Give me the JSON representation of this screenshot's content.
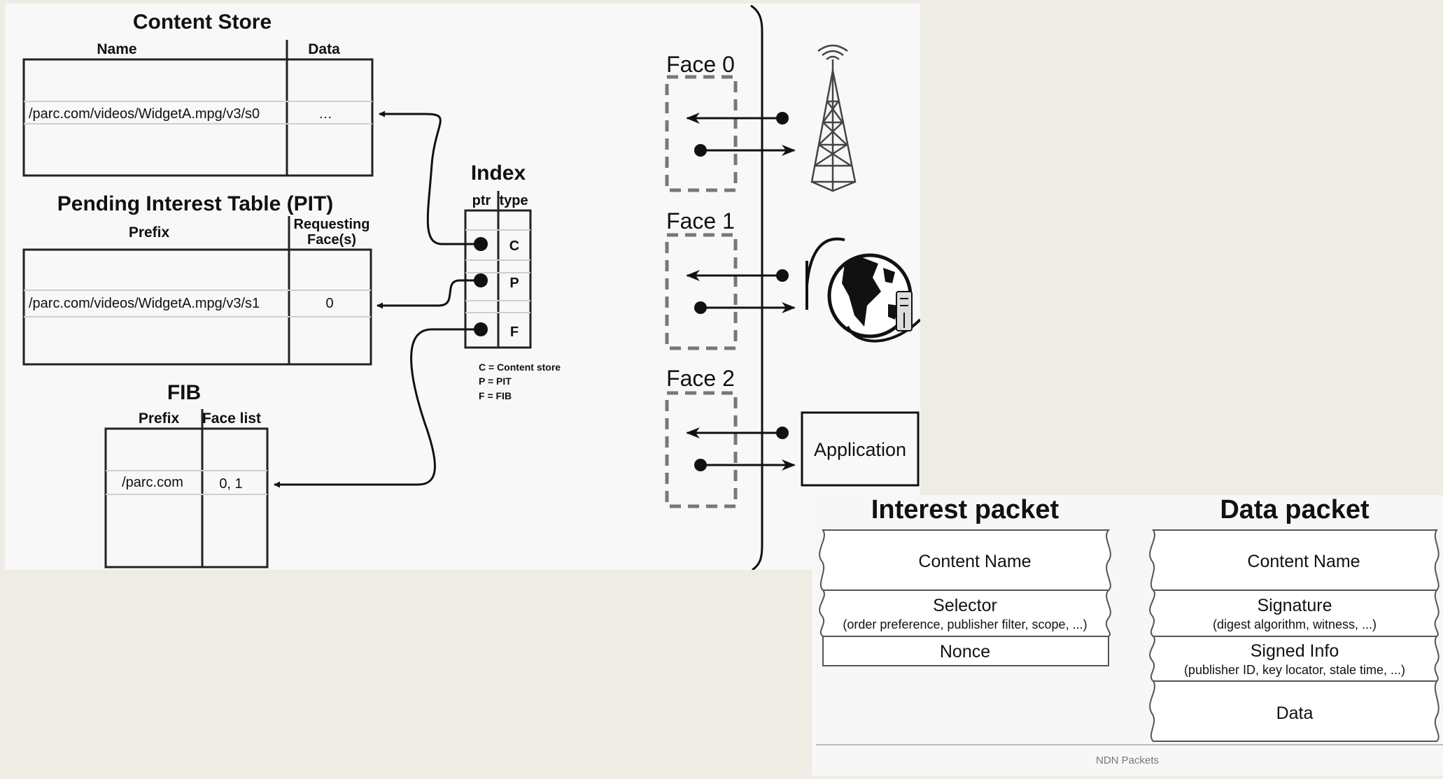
{
  "content_store": {
    "title": "Content Store",
    "col_name": "Name",
    "col_data": "Data",
    "row_name": "/parc.com/videos/WidgetA.mpg/v3/s0",
    "row_data": "…"
  },
  "pit": {
    "title": "Pending Interest Table (PIT)",
    "col_prefix": "Prefix",
    "col_faces_line1": "Requesting",
    "col_faces_line2": "Face(s)",
    "row_prefix": "/parc.com/videos/WidgetA.mpg/v3/s1",
    "row_faces": "0"
  },
  "fib": {
    "title": "FIB",
    "col_prefix": "Prefix",
    "col_facelist": "Face list",
    "row_prefix": "/parc.com",
    "row_facelist": "0, 1"
  },
  "index": {
    "title": "Index",
    "col_ptr": "ptr",
    "col_type": "type",
    "rows": [
      "C",
      "P",
      "F"
    ],
    "legend": [
      "C = Content store",
      "P = PIT",
      "F = FIB"
    ]
  },
  "faces": {
    "face0": "Face 0",
    "face1": "Face 1",
    "face2": "Face 2",
    "face0_icon": "antenna-tower-icon",
    "face1_icon": "globe-network-icon",
    "application_label": "Application"
  },
  "interest_packet": {
    "title": "Interest packet",
    "content_name": "Content Name",
    "selector": "Selector",
    "selector_detail": "(order preference, publisher filter, scope, ...)",
    "nonce": "Nonce"
  },
  "data_packet": {
    "title": "Data packet",
    "content_name": "Content Name",
    "signature": "Signature",
    "signature_detail": "(digest algorithm, witness, ...)",
    "signed_info": "Signed Info",
    "signed_info_detail": "(publisher ID, key locator, stale time, ...)",
    "data": "Data"
  },
  "caption": "NDN Packets"
}
